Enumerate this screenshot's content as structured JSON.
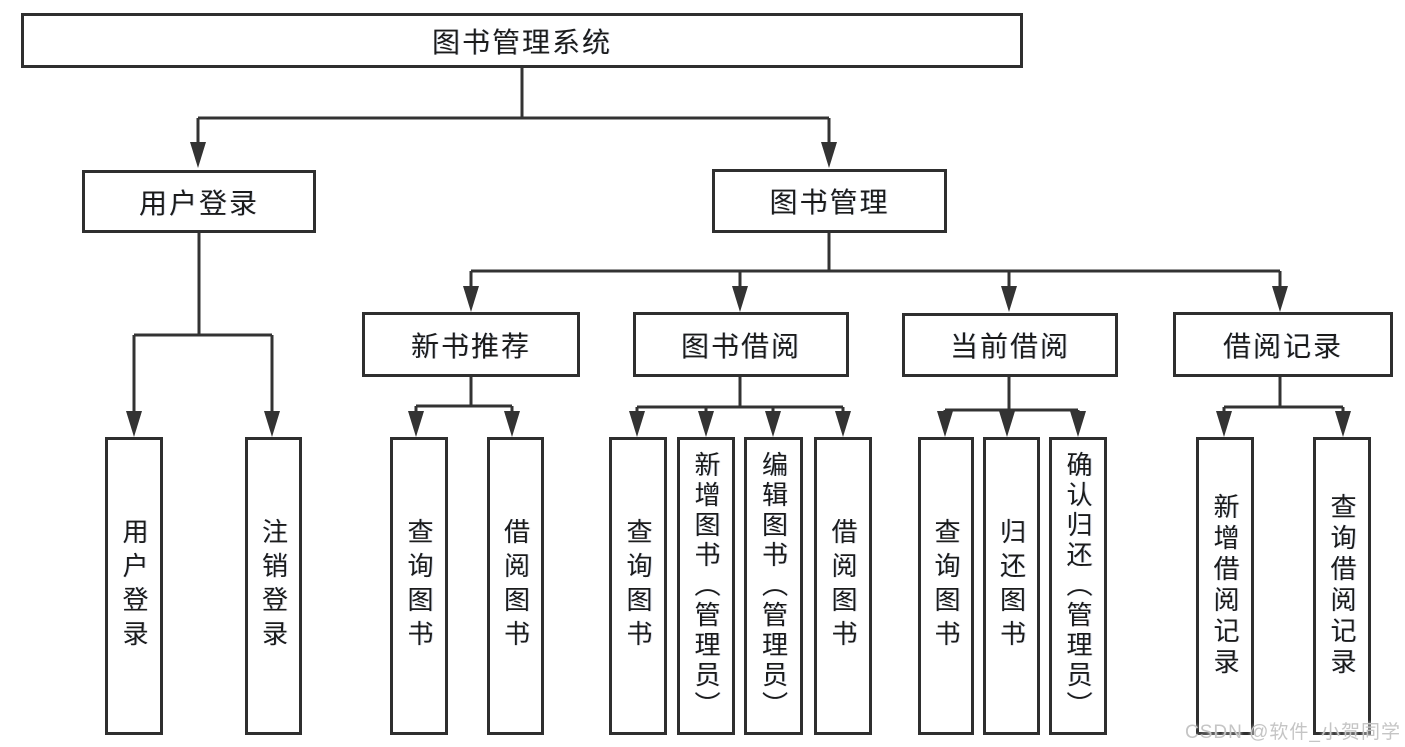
{
  "diagram": {
    "root": {
      "label": "图书管理系统"
    },
    "branches": [
      {
        "label": "用户登录",
        "children": [
          {
            "label": "用户登录"
          },
          {
            "label": "注销登录"
          }
        ]
      },
      {
        "label": "图书管理",
        "children": [
          {
            "label": "新书推荐",
            "children": [
              {
                "label": "查询图书"
              },
              {
                "label": "借阅图书"
              }
            ]
          },
          {
            "label": "图书借阅",
            "children": [
              {
                "label": "查询图书"
              },
              {
                "label": "新增图书（管理员）"
              },
              {
                "label": "编辑图书（管理员）"
              },
              {
                "label": "借阅图书"
              }
            ]
          },
          {
            "label": "当前借阅",
            "children": [
              {
                "label": "查询图书"
              },
              {
                "label": "归还图书"
              },
              {
                "label": "确认归还（管理员）"
              }
            ]
          },
          {
            "label": "借阅记录",
            "children": [
              {
                "label": "新增借阅记录"
              },
              {
                "label": "查询借阅记录"
              }
            ]
          }
        ]
      }
    ]
  },
  "watermark": {
    "text": "CSDN @软件_小贺同学"
  },
  "colors": {
    "line": "#333333",
    "box_border": "#2f2f2f",
    "text": "#1b1b1b",
    "watermark": "#c5c5c5",
    "background": "#ffffff"
  }
}
